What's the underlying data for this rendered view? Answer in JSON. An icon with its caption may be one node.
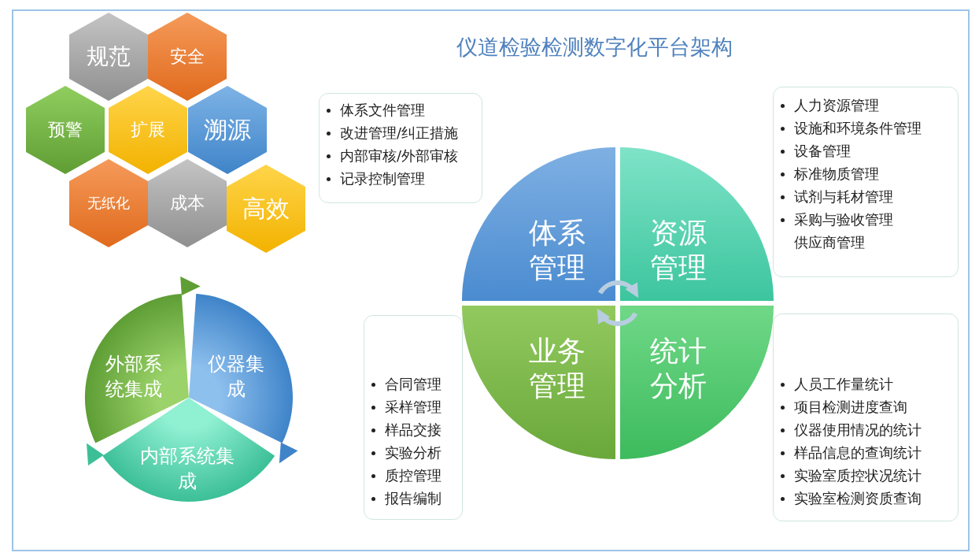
{
  "diagram": {
    "title": "仪道检验检测数字化平台架构",
    "nodes": [
      {
        "text": [
          "规范"
        ]
      },
      {
        "text": [
          "安全"
        ]
      },
      {
        "text": [
          "预警"
        ]
      },
      {
        "text": [
          "扩展"
        ]
      },
      {
        "text": [
          "溯源"
        ]
      },
      {
        "text": [
          "无纸化"
        ]
      },
      {
        "text": [
          "成本"
        ]
      },
      {
        "text": [
          "高效"
        ]
      },
      {
        "text": [
          "外部系统集成"
        ]
      },
      {
        "text": [
          "仪器集成"
        ]
      },
      {
        "text": [
          "内部系统集成"
        ]
      },
      {
        "text": [
          "体系管理"
        ]
      },
      {
        "text": [
          "资源管理"
        ]
      },
      {
        "text": [
          "业务管理"
        ]
      },
      {
        "text": [
          "统计分析"
        ]
      },
      {
        "text": [
          "体系文件管理",
          "改进管理/纠正措施",
          "内部审核/外部审核",
          "记录控制管理"
        ]
      },
      {
        "text": [
          "人力资源管理",
          "设施和环境条件管理",
          "设备管理",
          "标准物质管理",
          "试剂与耗材管理",
          "采购与验收管理",
          "供应商管理"
        ]
      },
      {
        "text": [
          "合同管理",
          "采样管理",
          "样品交接",
          "实验分析",
          "质控管理",
          "报告编制"
        ]
      },
      {
        "text": [
          "人员工作量统计",
          "项目检测进度查询",
          "仪器使用情况的统计",
          "样品信息的查询统计",
          "实验室质控状况统计",
          "实验室检测资质查询"
        ]
      }
    ],
    "edges": [
      {
        "from": 11,
        "to": 12,
        "arrow": "to"
      },
      {
        "from": 14,
        "to": 13,
        "arrow": "to"
      }
    ]
  }
}
